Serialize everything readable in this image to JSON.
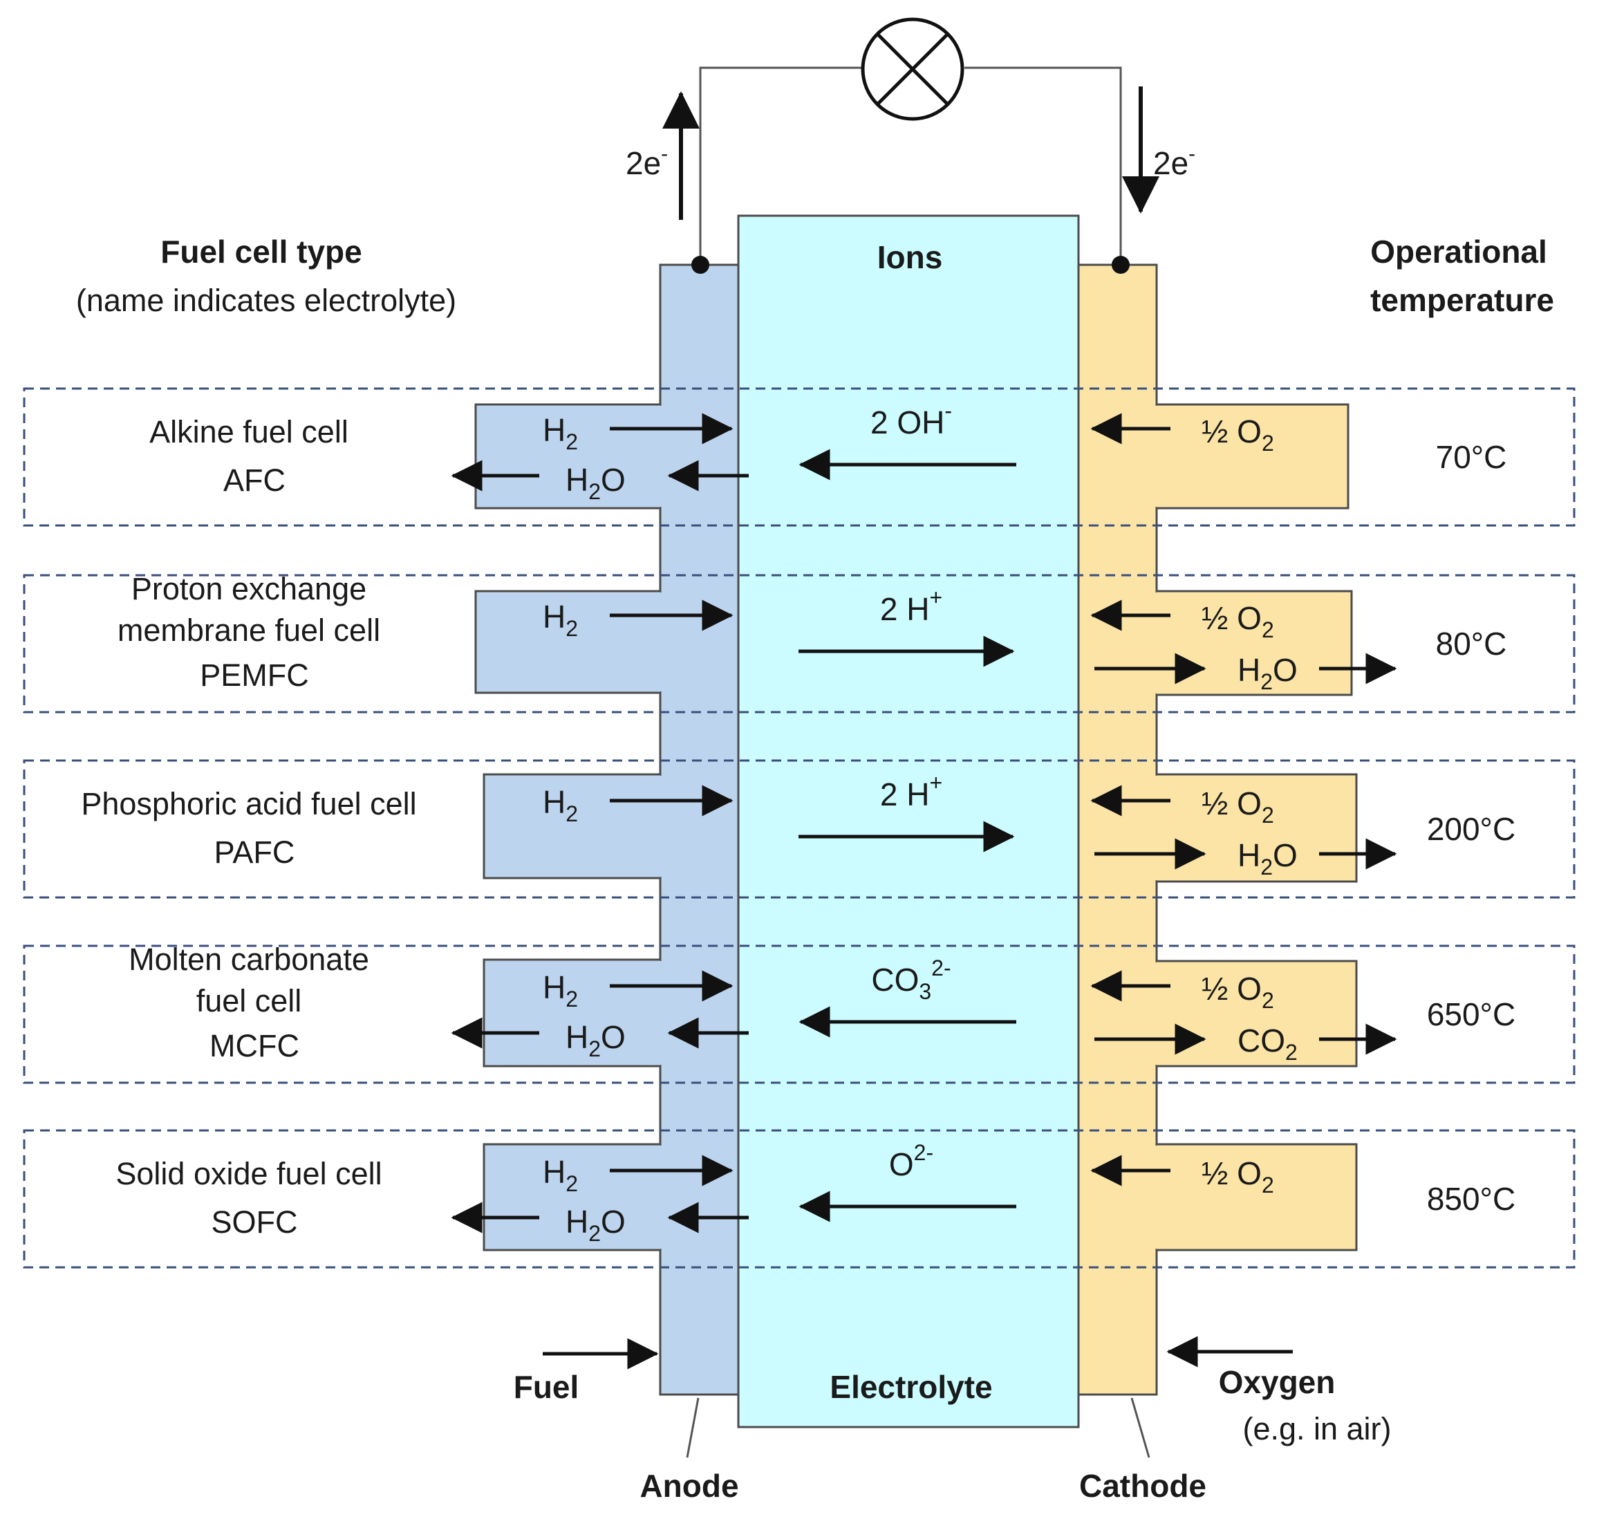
{
  "headers": {
    "type_title": "Fuel cell type",
    "type_subtitle": "(name indicates electrolyte)",
    "temp_title_1": "Operational",
    "temp_title_2": "temperature",
    "ions": "Ions",
    "electron_left": "2e",
    "electron_right": "2e",
    "electron_sup": "-"
  },
  "footer": {
    "fuel": "Fuel",
    "electrolyte": "Electrolyte",
    "oxygen": "Oxygen",
    "oxygen_note": "(e.g. in air)",
    "anode": "Anode",
    "cathode": "Cathode"
  },
  "fuel_cells": [
    {
      "name_lines": [
        "Alkine fuel cell"
      ],
      "abbr": "AFC",
      "ion": {
        "base": "2 OH",
        "sub": "",
        "sup": "-"
      },
      "ion_direction": "left",
      "anode_in": {
        "base": "H",
        "sub": "2"
      },
      "anode_out": {
        "base": "H",
        "sub": "2",
        "tail": "O"
      },
      "cathode_in": {
        "base": "½ O",
        "sub": "2"
      },
      "cathode_out": null,
      "temperature": "70°C"
    },
    {
      "name_lines": [
        "Proton exchange",
        "membrane fuel cell"
      ],
      "abbr": "PEMFC",
      "ion": {
        "base": "2 H",
        "sub": "",
        "sup": "+"
      },
      "ion_direction": "right",
      "anode_in": {
        "base": "H",
        "sub": "2"
      },
      "anode_out": null,
      "cathode_in": {
        "base": "½ O",
        "sub": "2"
      },
      "cathode_out": {
        "base": "H",
        "sub": "2",
        "tail": "O"
      },
      "temperature": "80°C"
    },
    {
      "name_lines": [
        "Phosphoric acid fuel cell"
      ],
      "abbr": "PAFC",
      "ion": {
        "base": "2 H",
        "sub": "",
        "sup": "+"
      },
      "ion_direction": "right",
      "anode_in": {
        "base": "H",
        "sub": "2"
      },
      "anode_out": null,
      "cathode_in": {
        "base": "½ O",
        "sub": "2"
      },
      "cathode_out": {
        "base": "H",
        "sub": "2",
        "tail": "O"
      },
      "temperature": "200°C"
    },
    {
      "name_lines": [
        "Molten carbonate",
        "fuel cell"
      ],
      "abbr": "MCFC",
      "ion": {
        "base": "CO",
        "sub": "3",
        "sup": "2-"
      },
      "ion_direction": "left",
      "anode_in": {
        "base": "H",
        "sub": "2"
      },
      "anode_out": {
        "base": "H",
        "sub": "2",
        "tail": "O"
      },
      "cathode_in": {
        "base": "½ O",
        "sub": "2"
      },
      "cathode_out": {
        "base": "CO",
        "sub": "2"
      },
      "temperature": "650°C"
    },
    {
      "name_lines": [
        "Solid oxide fuel cell"
      ],
      "abbr": "SOFC",
      "ion": {
        "base": "O",
        "sub": "",
        "sup": "2-"
      },
      "ion_direction": "left",
      "anode_in": {
        "base": "H",
        "sub": "2"
      },
      "anode_out": {
        "base": "H",
        "sub": "2",
        "tail": "O"
      },
      "cathode_in": {
        "base": "½ O",
        "sub": "2"
      },
      "cathode_out": null,
      "temperature": "850°C"
    }
  ],
  "colors": {
    "anode_fill": "#bdd4ee",
    "electrolyte_fill": "#ccfcff",
    "cathode_fill": "#fbe4a6",
    "outline": "#4b4b4b",
    "dashed_box": "#3a4f7a",
    "arrow": "#111111"
  }
}
